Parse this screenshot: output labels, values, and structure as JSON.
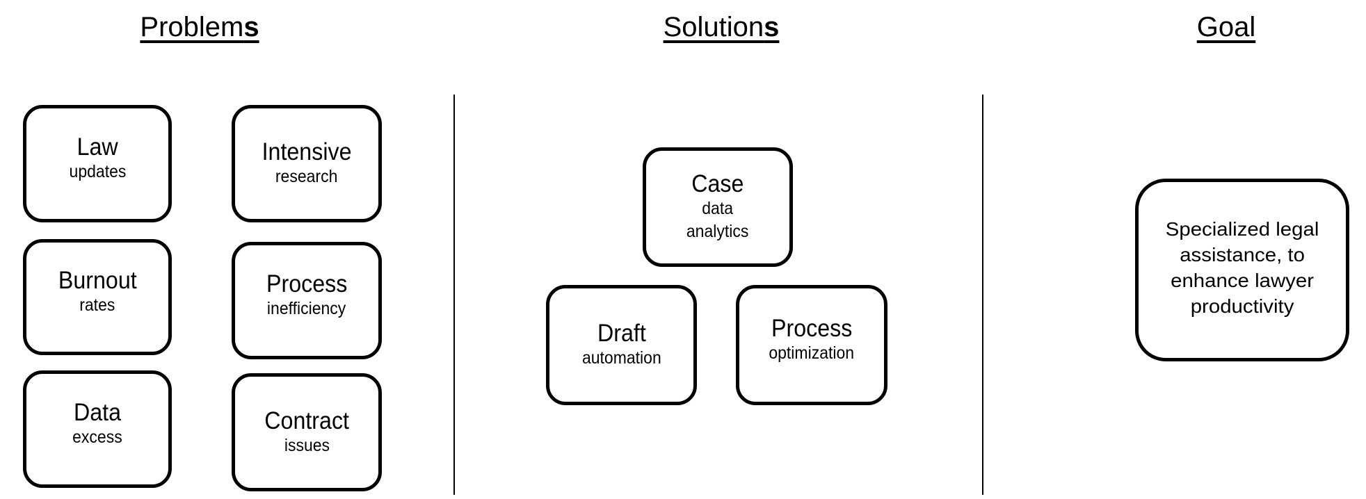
{
  "sections": {
    "problems": {
      "title_main": "Problem",
      "title_tail": "s",
      "items": [
        {
          "main": "Law",
          "sub": "updates"
        },
        {
          "main": "Intensive",
          "sub": "research"
        },
        {
          "main": "Burnout",
          "sub": "rates"
        },
        {
          "main": "Process",
          "sub": "inefficiency"
        },
        {
          "main": "Data",
          "sub": "excess"
        },
        {
          "main": "Contract",
          "sub": "issues"
        }
      ]
    },
    "solutions": {
      "title_main": "Solution",
      "title_tail": "s",
      "items": [
        {
          "main": "Case",
          "sub": "data\nanalytics"
        },
        {
          "main": "Draft",
          "sub": "automation"
        },
        {
          "main": "Process",
          "sub": "optimization"
        }
      ]
    },
    "goal": {
      "title": "Goal",
      "text": "Specialized legal\nassistance, to\nenhance lawyer\nproductivity"
    }
  },
  "colors": {
    "stroke": "#000000",
    "background": "#ffffff"
  }
}
